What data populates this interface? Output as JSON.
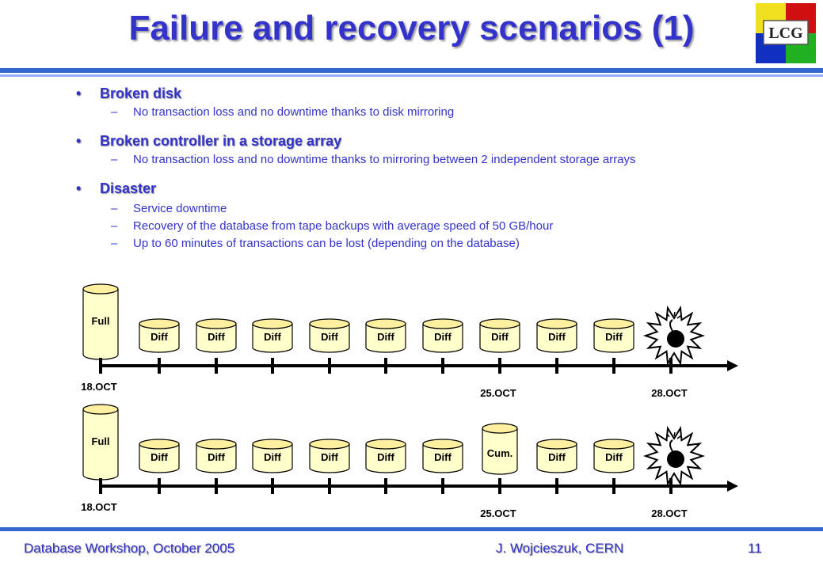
{
  "slide": {
    "title": "Failure and recovery scenarios (1)",
    "logo_text": "LCG"
  },
  "bullets": [
    {
      "heading": "Broken disk",
      "subs": [
        "No transaction loss and no downtime thanks to disk mirroring"
      ]
    },
    {
      "heading": "Broken controller in a storage array",
      "subs": [
        "No transaction loss and no downtime thanks to mirroring between 2 independent storage arrays"
      ]
    },
    {
      "heading": "Disaster",
      "subs": [
        "Service downtime",
        "Recovery of the database from tape backups with average speed of 50 GB/hour",
        "Up to 60 minutes of transactions can be lost (depending on the database)"
      ]
    }
  ],
  "timelines": [
    {
      "full_label": "Full",
      "backups": [
        "Diff",
        "Diff",
        "Diff",
        "Diff",
        "Diff",
        "Diff",
        "Diff",
        "Diff",
        "Diff"
      ],
      "dates": [
        "18.OCT",
        "25.OCT",
        "28.OCT"
      ]
    },
    {
      "full_label": "Full",
      "backups": [
        "Diff",
        "Diff",
        "Diff",
        "Diff",
        "Diff",
        "Diff",
        "Cum.",
        "Diff",
        "Diff"
      ],
      "dates": [
        "18.OCT",
        "25.OCT",
        "28.OCT"
      ]
    }
  ],
  "footer": {
    "left": "Database Workshop, October 2005",
    "center": "J. Wojcieszuk, CERN",
    "page": "11"
  },
  "colors": {
    "accent": "#3333cc",
    "rule": "#3366cc",
    "cylinder_fill": "#ffffcc",
    "cylinder_top": "#fff0a0"
  }
}
